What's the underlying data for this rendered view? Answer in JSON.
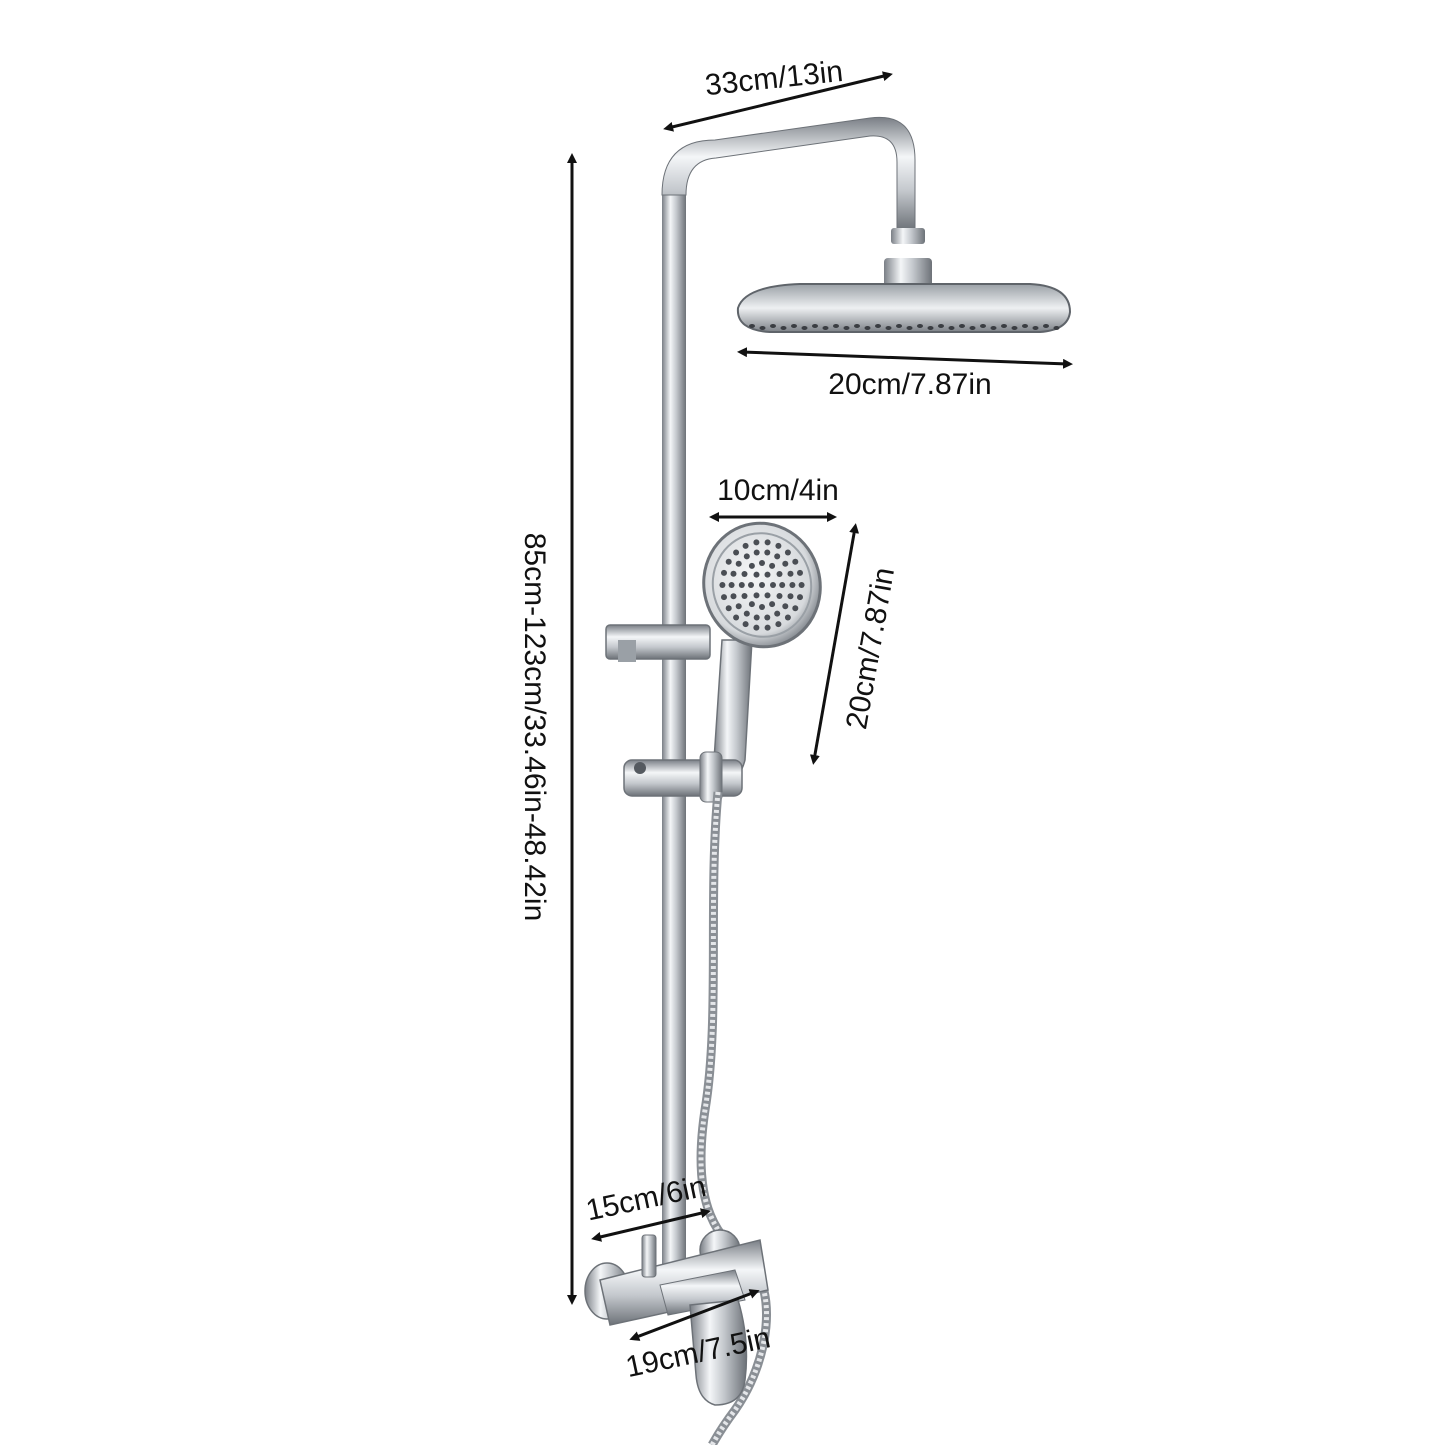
{
  "dimensions": {
    "arm_length": "33cm/13in",
    "rain_head_diameter": "20cm/7.87in",
    "hand_head_width": "10cm/4in",
    "hand_shower_length": "20cm/7.87in",
    "height_range": "85cm-123cm/33.46in-48.42in",
    "valve_width": "15cm/6in",
    "spout_length": "19cm/7.5in"
  },
  "colors": {
    "chrome_dark": "#6f747a",
    "chrome_mid": "#b9bec4",
    "chrome_light": "#f2f4f6",
    "nozzle": "#3a3d42",
    "arrow": "#111111"
  }
}
